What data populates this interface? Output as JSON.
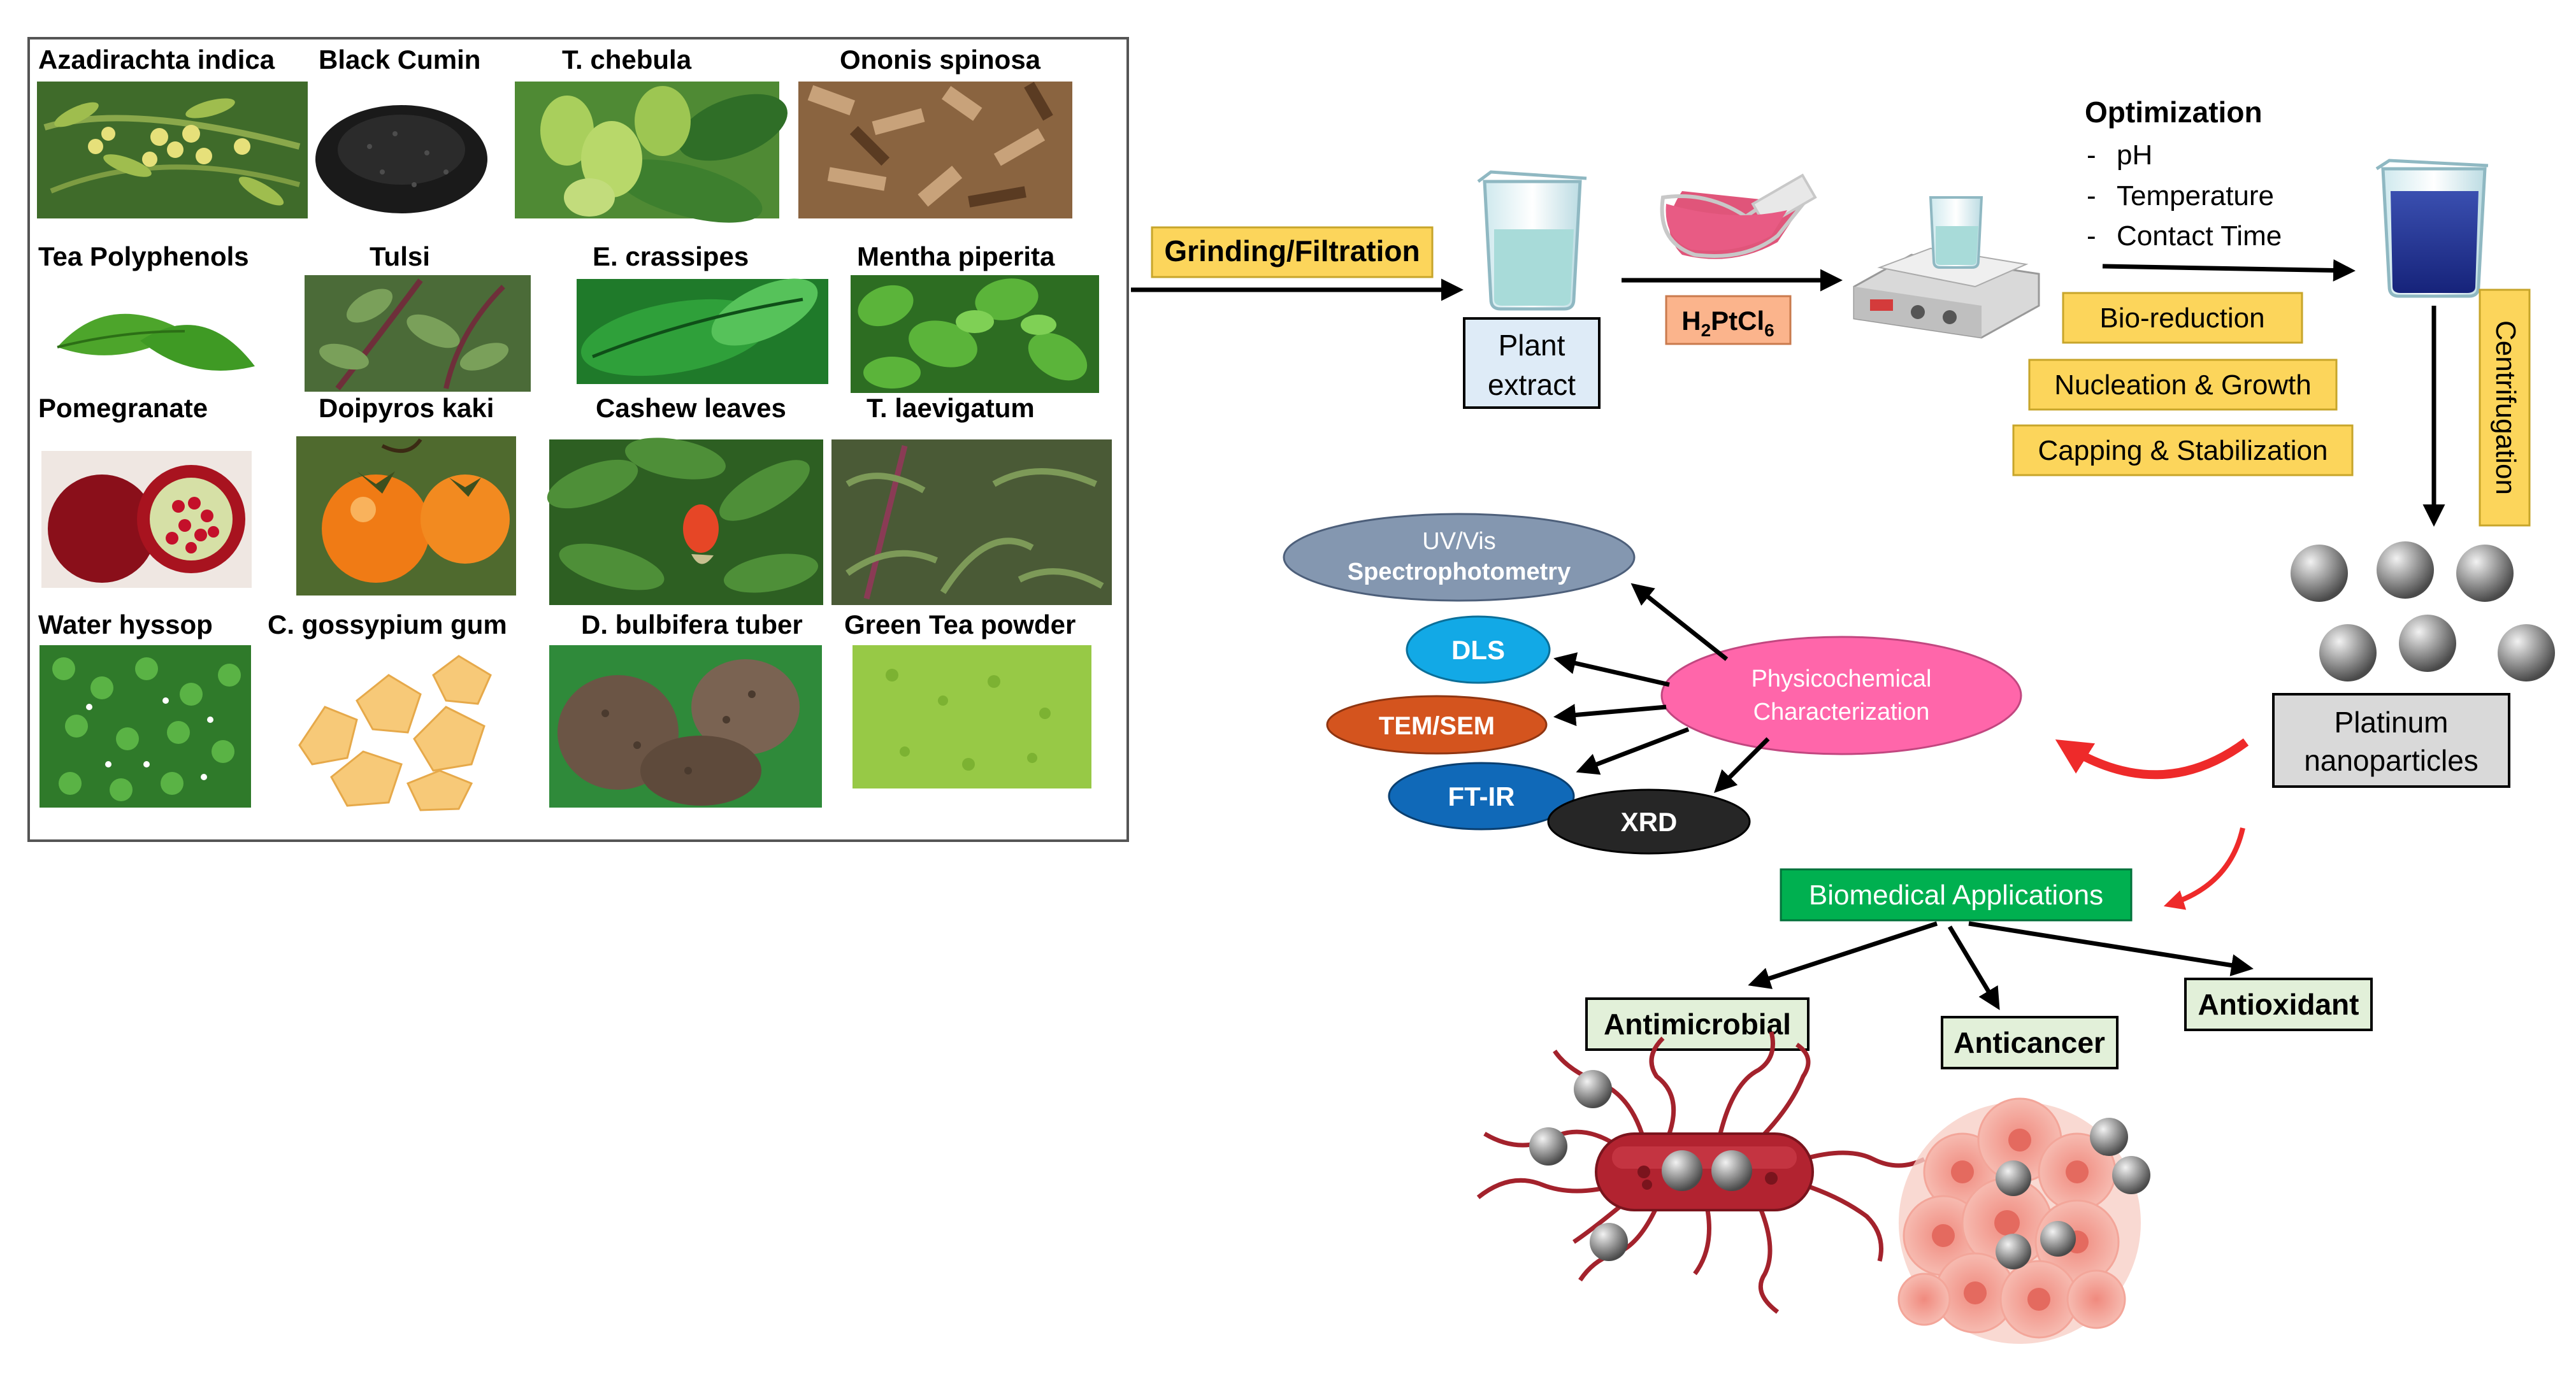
{
  "plants": [
    {
      "label": "Azadirachta indica",
      "thumb": "neem"
    },
    {
      "label": "Black Cumin",
      "thumb": "seeds"
    },
    {
      "label": "T. chebula",
      "thumb": "fruit-green"
    },
    {
      "label": "Ononis spinosa",
      "thumb": "bark"
    },
    {
      "label": "Tea Polyphenols",
      "thumb": "tea-leaf"
    },
    {
      "label": "Tulsi",
      "thumb": "tulsi"
    },
    {
      "label": "E. crassipes",
      "thumb": "leaf-dark"
    },
    {
      "label": "Mentha piperita",
      "thumb": "mint"
    },
    {
      "label": "Pomegranate",
      "thumb": "pomegranate"
    },
    {
      "label": "Doipyros kaki",
      "thumb": "persimmon"
    },
    {
      "label": "Cashew leaves",
      "thumb": "cashew"
    },
    {
      "label": "T. laevigatum",
      "thumb": "weed"
    },
    {
      "label": "Water hyssop",
      "thumb": "hyssop"
    },
    {
      "label": "C. gossypium gum",
      "thumb": "gum"
    },
    {
      "label": "D. bulbifera tuber",
      "thumb": "tuber"
    },
    {
      "label": "Green Tea powder",
      "thumb": "powder"
    }
  ],
  "process": {
    "grinding": "Grinding/Filtration",
    "plant_extract_line1": "Plant",
    "plant_extract_line2": "extract",
    "precursor": {
      "base": "H",
      "sub1": "2",
      "mid": "PtCl",
      "sub2": "6"
    },
    "optimization": {
      "title": "Optimization",
      "items": [
        "pH",
        "Temperature",
        "Contact Time"
      ]
    },
    "bio_reduction": "Bio-reduction",
    "nucleation": "Nucleation & Growth",
    "capping": "Capping & Stabilization",
    "centrifugation": "Centrifugation",
    "nanoparticles_line1": "Platinum",
    "nanoparticles_line2": "nanoparticles"
  },
  "characterization": {
    "center_line1": "Physicochemical",
    "center_line2": "Characterization",
    "uvvis_line1": "UV/Vis",
    "uvvis_line2": "Spectrophotometry",
    "dls": "DLS",
    "temsem": "TEM/SEM",
    "ftir": "FT-IR",
    "xrd": "XRD"
  },
  "applications": {
    "title": "Biomedical Applications",
    "antimicrobial": "Antimicrobial",
    "anticancer": "Anticancer",
    "antioxidant": "Antioxidant"
  },
  "colors": {
    "yellow_box": "#fcd55b",
    "orange_box": "#fbb48c",
    "blue_box": "#deebf7",
    "green_box": "#00b050",
    "light_green_box": "#e2f0d9",
    "pink": "#ff66aa",
    "red_arrow": "#ee2a2a",
    "grey_box": "#d9d9d9",
    "uvvis": "#8497b0",
    "dls": "#12a9e6",
    "temsem": "#d4541e",
    "ftir": "#1069b8",
    "xrd": "#262626"
  }
}
